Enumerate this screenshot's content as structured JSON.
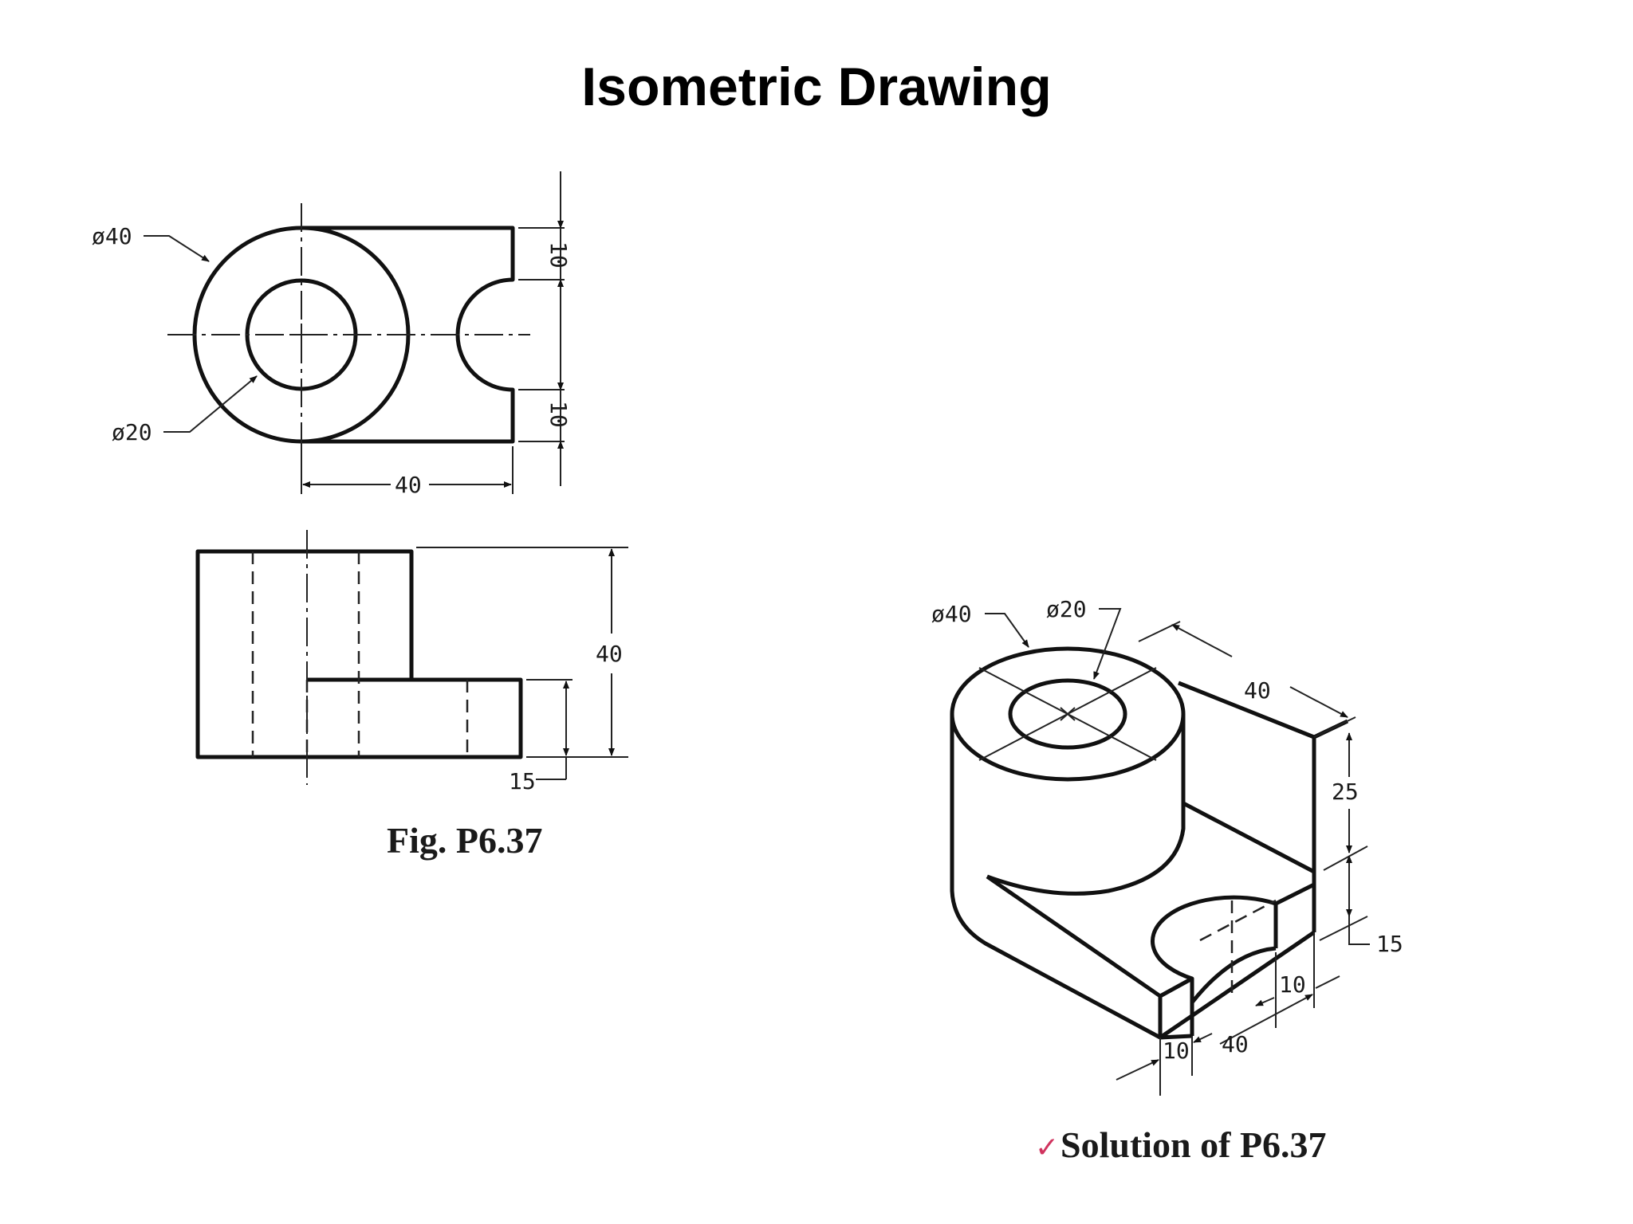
{
  "title": "Isometric Drawing",
  "top_view": {
    "outer_diameter": "ø40",
    "inner_diameter": "ø20",
    "length": "40",
    "slot_top": "10",
    "slot_bottom": "10"
  },
  "front_view": {
    "height": "40",
    "step_height": "15"
  },
  "figure_caption": "Fig. P6.37",
  "isometric": {
    "outer_diameter": "ø40",
    "inner_diameter": "ø20",
    "length": "40",
    "upper_height": "25",
    "base_height": "15",
    "offset_right": "10",
    "offset_left": "10",
    "depth": "40"
  },
  "solution_caption": "Solution of P6.37",
  "check_mark": "✓",
  "colors": {
    "ink": "#111111",
    "check_mark": "#d0335e"
  }
}
